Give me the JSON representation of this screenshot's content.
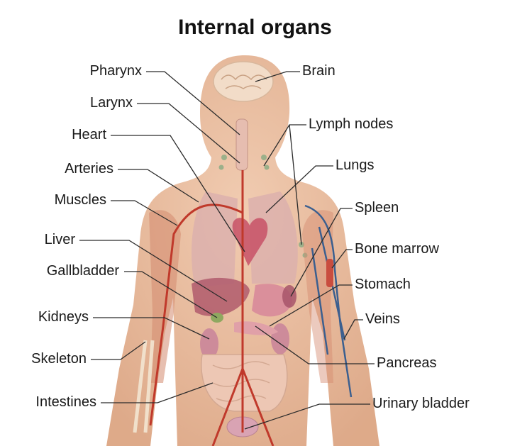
{
  "title": "Internal organs",
  "labels_left": {
    "pharynx": "Pharynx",
    "larynx": "Larynx",
    "heart": "Heart",
    "arteries": "Arteries",
    "muscles": "Muscles",
    "liver": "Liver",
    "gallbladder": "Gallbladder",
    "kidneys": "Kidneys",
    "skeleton": "Skeleton",
    "intestines": "Intestines"
  },
  "labels_right": {
    "brain": "Brain",
    "lymph_nodes": "Lymph nodes",
    "lungs": "Lungs",
    "spleen": "Spleen",
    "bone_marrow": "Bone marrow",
    "stomach": "Stomach",
    "veins": "Veins",
    "pancreas": "Pancreas",
    "urinary_bladder": "Urinary bladder"
  },
  "colors": {
    "skin": "#e8b99a",
    "muscle": "#c8735e",
    "artery": "#c0392b",
    "vein": "#3b5f8f",
    "lung": "#d9a7a7",
    "organ": "#c9788a",
    "leader": "#2b2b2b"
  }
}
